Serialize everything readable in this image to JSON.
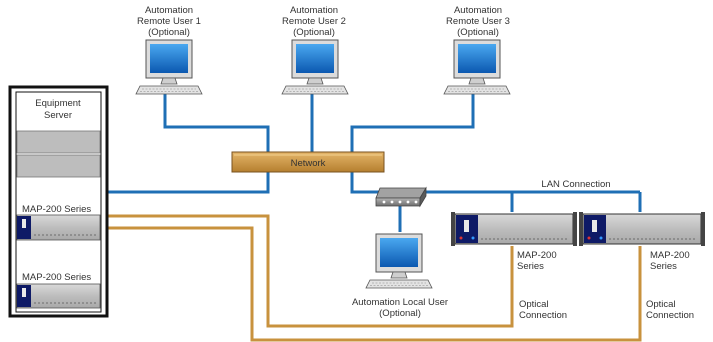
{
  "diagram": {
    "remote_users": [
      {
        "line1": "Automation",
        "line2": "Remote User 1",
        "line3": "(Optional)"
      },
      {
        "line1": "Automation",
        "line2": "Remote User 2",
        "line3": "(Optional)"
      },
      {
        "line1": "Automation",
        "line2": "Remote User 3",
        "line3": "(Optional)"
      }
    ],
    "network_label": "Network",
    "lan_label": "LAN Connection",
    "equipment_server": {
      "line1": "Equipment",
      "line2": "Server"
    },
    "rack_units": [
      {
        "label": "MAP-200 Series"
      },
      {
        "label": "MAP-200 Series"
      }
    ],
    "local_user": {
      "line1": "Automation Local User",
      "line2": "(Optional)"
    },
    "map_units": [
      {
        "line1": "MAP-200",
        "line2": "Series"
      },
      {
        "line1": "MAP-200",
        "line2": "Series"
      }
    ],
    "optical_labels": [
      {
        "line1": "Optical",
        "line2": "Connection"
      },
      {
        "line1": "Optical",
        "line2": "Connection"
      }
    ],
    "colors": {
      "lan": "#1f6fb5",
      "optical": "#c8923e",
      "network_bar": "#c8923e",
      "rack_frame": "#111111",
      "monitor_blue": "#1a7bd0"
    }
  }
}
